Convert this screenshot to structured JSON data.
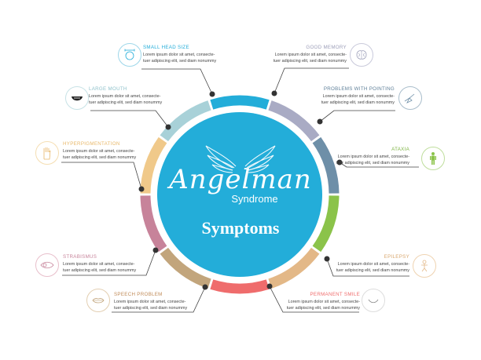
{
  "center": {
    "brand_script": "Angelman",
    "brand_sub": "Syndrome",
    "heading": "Symptoms",
    "color": "#23ADD9"
  },
  "desc_line1": "Lorem ipsum dolor sit amet, consecte-",
  "desc_line2": "tuer adipiscing elit, sed diam nonummy",
  "symptoms": [
    {
      "title": "SMALL HEAD SIZE",
      "color": "#23ADD9",
      "icon": "head-measure-icon"
    },
    {
      "title": "GOOD MEMORY",
      "color": "#A9ABC4",
      "icon": "brain-icon"
    },
    {
      "title": "PROBLEMS WITH POINTING",
      "color": "#6E8FA8",
      "icon": "pointing-hand-icon"
    },
    {
      "title": "ATAXIA",
      "color": "#8BC34A",
      "icon": "body-icon"
    },
    {
      "title": "EPILEPSY",
      "color": "#E3B887",
      "icon": "epilepsy-icon"
    },
    {
      "title": "PERMANENT SMILE",
      "color": "#EF6C6C",
      "icon": "smile-icon"
    },
    {
      "title": "SPEECH PROBLEM",
      "color": "#C2A57C",
      "icon": "lips-icon"
    },
    {
      "title": "STRABISMUS",
      "color": "#C7839A",
      "icon": "eye-icon"
    },
    {
      "title": "HYPERPIGMENTATION",
      "color": "#F0C98A",
      "icon": "hand-icon"
    },
    {
      "title": "LARGE MOUTH",
      "color": "#A8D1D8",
      "icon": "mouth-icon"
    }
  ]
}
